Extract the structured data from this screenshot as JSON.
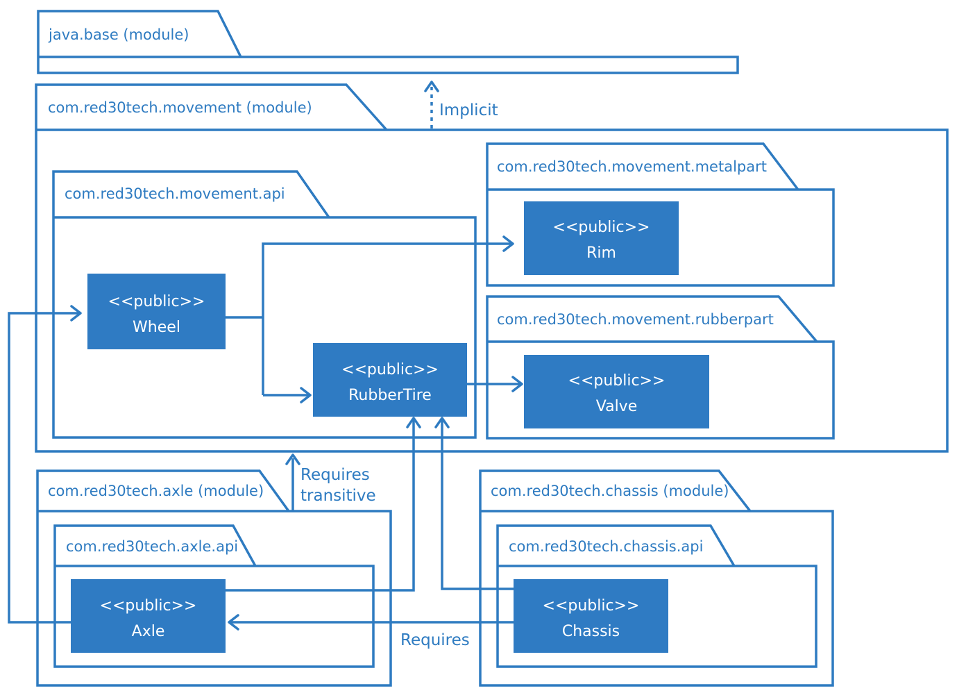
{
  "colors": {
    "stroke": "#2e7bc1",
    "class_fill": "#2f7bc3",
    "class_text": "#ffffff"
  },
  "packages": {
    "java_base": "java.base (module)",
    "movement": "com.red30tech.movement (module)",
    "movement_api": "com.red30tech.movement.api",
    "metalpart": "com.red30tech.movement.metalpart",
    "rubberpart": "com.red30tech.movement.rubberpart",
    "axle": "com.red30tech.axle (module)",
    "axle_api": "com.red30tech.axle.api",
    "chassis": "com.red30tech.chassis (module)",
    "chassis_api": "com.red30tech.chassis.api"
  },
  "classes": {
    "stereotype": "<<public>>",
    "wheel": "Wheel",
    "rubbertire": "RubberTire",
    "rim": "Rim",
    "valve": "Valve",
    "axle": "Axle",
    "chassis": "Chassis"
  },
  "edges": {
    "implicit": "Implicit",
    "requires_transitive_1": "Requires",
    "requires_transitive_2": "transitive",
    "requires": "Requires"
  }
}
